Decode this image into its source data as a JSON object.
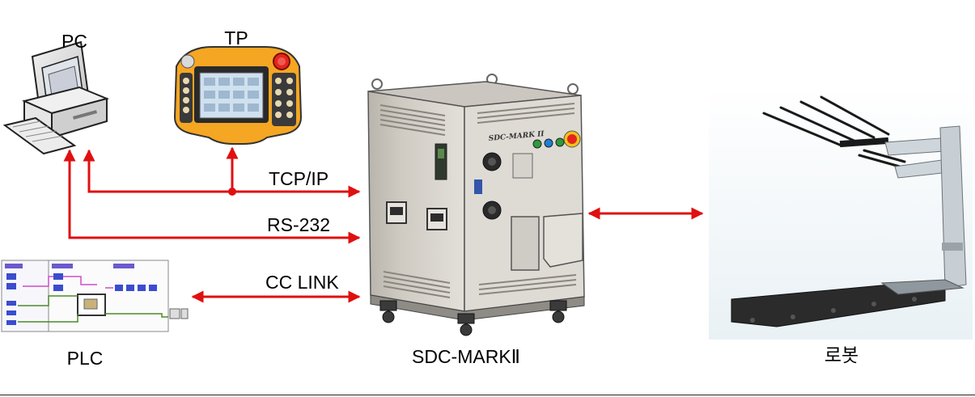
{
  "nodes": {
    "pc": {
      "label": "PC"
    },
    "tp": {
      "label": "TP"
    },
    "plc": {
      "label": "PLC"
    },
    "controller": {
      "label": "SDC-MARKⅡ",
      "panel_text": "SDC-MARK II"
    },
    "robot": {
      "label": "로봇"
    }
  },
  "links": {
    "tcpip": {
      "label": "TCP/IP"
    },
    "rs232": {
      "label": "RS-232"
    },
    "cclink": {
      "label": "CC LINK"
    }
  },
  "colors": {
    "arrow": "#e01010",
    "controller_body": "#d8d4cc",
    "tp_body": "#f5a623"
  }
}
